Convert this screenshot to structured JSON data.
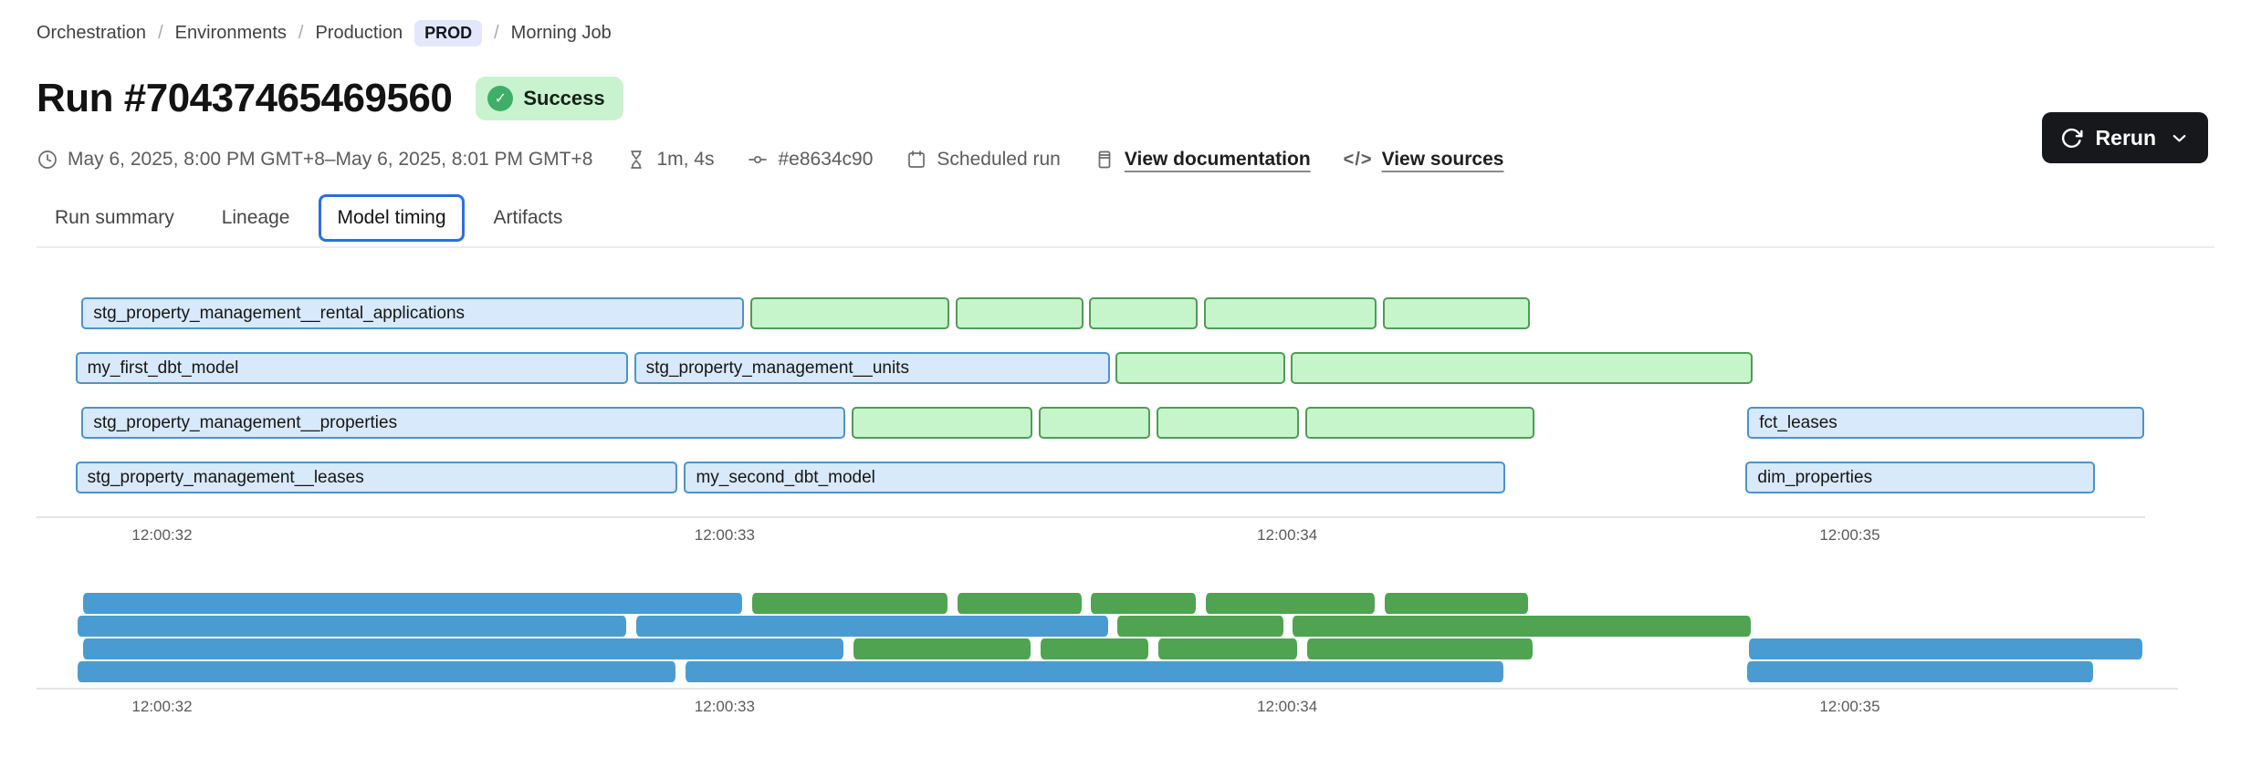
{
  "breadcrumb": {
    "separator": "/",
    "items": [
      "Orchestration",
      "Environments",
      "Production"
    ],
    "env_badge": "PROD",
    "job": "Morning Job"
  },
  "header": {
    "title": "Run #70437465469560",
    "status": "Success"
  },
  "meta": {
    "time_range": "May 6, 2025, 8:00 PM GMT+8–May 6, 2025, 8:01 PM GMT+8",
    "duration": "1m, 4s",
    "commit": "#e8634c90",
    "trigger": "Scheduled run",
    "documentation_link": "View documentation",
    "sources_link": "View sources",
    "code_glyph": "</>"
  },
  "toolbar": {
    "rerun_label": "Rerun"
  },
  "tabs": {
    "items": [
      {
        "label": "Run summary",
        "active": false
      },
      {
        "label": "Lineage",
        "active": false
      },
      {
        "label": "Model timing",
        "active": true
      },
      {
        "label": "Artifacts",
        "active": false
      }
    ]
  },
  "theme": {
    "active_tab_border": "#2d6ee0",
    "success_badge_bg": "#c9f2cf",
    "success_icon": "#3fae68",
    "env_badge_bg": "#e2e7fb",
    "rerun_button_bg": "#17181b"
  },
  "chart_data": {
    "type": "gantt",
    "title": "Model timing",
    "x_axis": {
      "unit": "seconds (time of day 12:00:xx)",
      "domain": [
        31.845,
        35.525
      ],
      "ticks": [
        {
          "t": 32,
          "label": "12:00:32"
        },
        {
          "t": 33,
          "label": "12:00:33"
        },
        {
          "t": 34,
          "label": "12:00:34"
        },
        {
          "t": 35,
          "label": "12:00:35"
        }
      ]
    },
    "colors": {
      "blue_fill": "#d7e9fa",
      "blue_border": "#4c93cd",
      "green_fill": "#c7f5cb",
      "green_border": "#4f9b55",
      "minimap_blue": "#4a9bd2",
      "minimap_green": "#4fa351",
      "axis_line": "#e4e4e4",
      "tick_text": "#5a5a5a"
    },
    "lanes": [
      [
        {
          "label": "stg_property_management__rental_applications",
          "kind": "blue",
          "start": 31.857,
          "end": 33.034
        },
        {
          "label": null,
          "kind": "green",
          "start": 33.045,
          "end": 33.4
        },
        {
          "label": null,
          "kind": "green",
          "start": 33.41,
          "end": 33.638
        },
        {
          "label": null,
          "kind": "green",
          "start": 33.648,
          "end": 33.841
        },
        {
          "label": null,
          "kind": "green",
          "start": 33.852,
          "end": 34.159
        },
        {
          "label": null,
          "kind": "green",
          "start": 34.17,
          "end": 34.432
        }
      ],
      [
        {
          "label": "my_first_dbt_model",
          "kind": "blue",
          "start": 31.846,
          "end": 32.828
        },
        {
          "label": "stg_property_management__units",
          "kind": "blue",
          "start": 32.839,
          "end": 33.685
        },
        {
          "label": null,
          "kind": "green",
          "start": 33.695,
          "end": 33.997
        },
        {
          "label": null,
          "kind": "green",
          "start": 34.007,
          "end": 34.827
        }
      ],
      [
        {
          "label": "stg_property_management__properties",
          "kind": "blue",
          "start": 31.857,
          "end": 33.215
        },
        {
          "label": null,
          "kind": "green",
          "start": 33.226,
          "end": 33.547
        },
        {
          "label": null,
          "kind": "green",
          "start": 33.558,
          "end": 33.757
        },
        {
          "label": null,
          "kind": "green",
          "start": 33.768,
          "end": 34.021
        },
        {
          "label": null,
          "kind": "green",
          "start": 34.032,
          "end": 34.439
        },
        {
          "label": "fct_leases",
          "kind": "blue",
          "start": 34.818,
          "end": 35.524
        }
      ],
      [
        {
          "label": "stg_property_management__leases",
          "kind": "blue",
          "start": 31.846,
          "end": 32.916
        },
        {
          "label": "my_second_dbt_model",
          "kind": "blue",
          "start": 32.928,
          "end": 34.387
        },
        {
          "label": "dim_properties",
          "kind": "blue",
          "start": 34.815,
          "end": 35.435
        }
      ]
    ]
  }
}
